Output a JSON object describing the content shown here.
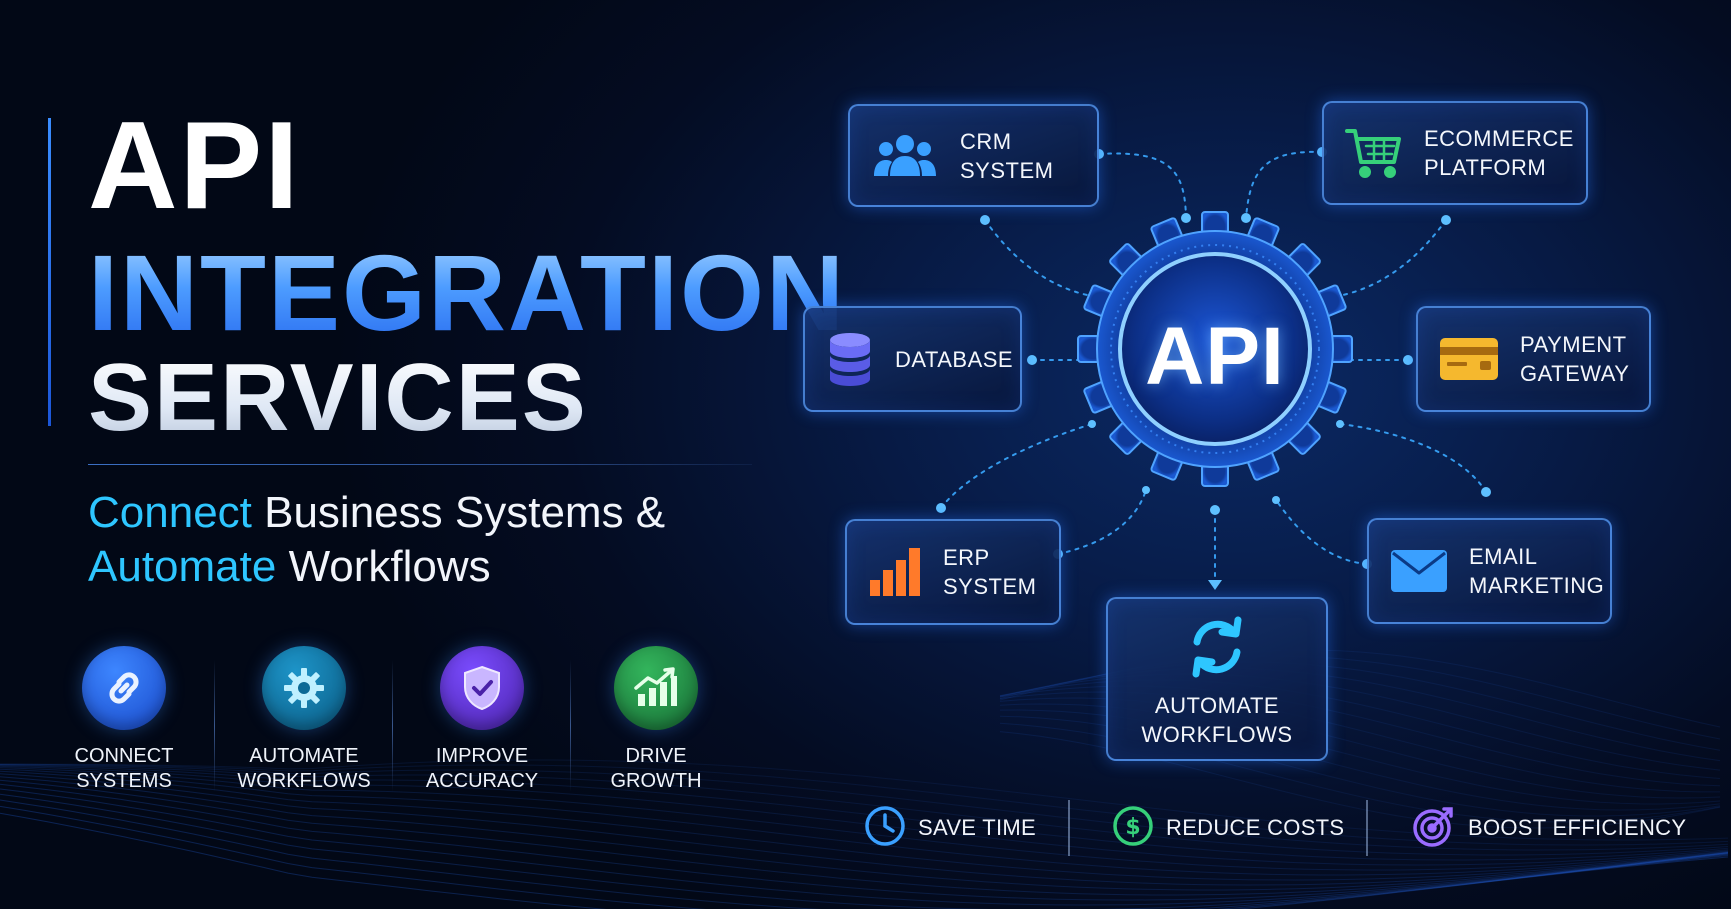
{
  "headline": {
    "line1": "API",
    "line2": "INTEGRATION",
    "line3": "SERVICES"
  },
  "tagline": {
    "line1_highlight": "Connect",
    "line1_rest": " Business Systems &",
    "line2_highlight": "Automate",
    "line2_rest": " Workflows"
  },
  "features": [
    {
      "label": "CONNECT\nSYSTEMS",
      "icon": "link-icon",
      "color": "#1f5fe0"
    },
    {
      "label": "AUTOMATE\nWORKFLOWS",
      "icon": "gear-icon",
      "color": "#0e6e9a"
    },
    {
      "label": "IMPROVE\nACCURACY",
      "icon": "shield-check-icon",
      "color": "#5b2fc4"
    },
    {
      "label": "DRIVE\nGROWTH",
      "icon": "growth-chart-icon",
      "color": "#1f8f45"
    }
  ],
  "hub": {
    "label": "API"
  },
  "nodes": {
    "crm": {
      "label": "CRM\nSYSTEM",
      "icon": "users-icon",
      "color": "#3aa0ff"
    },
    "ecommerce": {
      "label": "ECOMMERCE\nPLATFORM",
      "icon": "shopping-cart-icon",
      "color": "#36d07a"
    },
    "database": {
      "label": "DATABASE",
      "icon": "database-icon",
      "color": "#6a6cf5"
    },
    "payment": {
      "label": "PAYMENT\nGATEWAY",
      "icon": "credit-card-icon",
      "color": "#f5b82e"
    },
    "erp": {
      "label": "ERP\nSYSTEM",
      "icon": "bar-chart-icon",
      "color": "#ff7a2a"
    },
    "email": {
      "label": "EMAIL\nMARKETING",
      "icon": "envelope-icon",
      "color": "#3aa0ff"
    },
    "automate": {
      "label": "AUTOMATE\nWORKFLOWS",
      "icon": "sync-arrows-icon",
      "color": "#2ec6ff"
    }
  },
  "benefits": [
    {
      "label": "SAVE TIME",
      "icon": "clock-icon",
      "color": "#3aa0ff"
    },
    {
      "label": "REDUCE COSTS",
      "icon": "dollar-icon",
      "color": "#36d07a"
    },
    {
      "label": "BOOST EFFICIENCY",
      "icon": "target-icon",
      "color": "#9a6cff"
    }
  ]
}
